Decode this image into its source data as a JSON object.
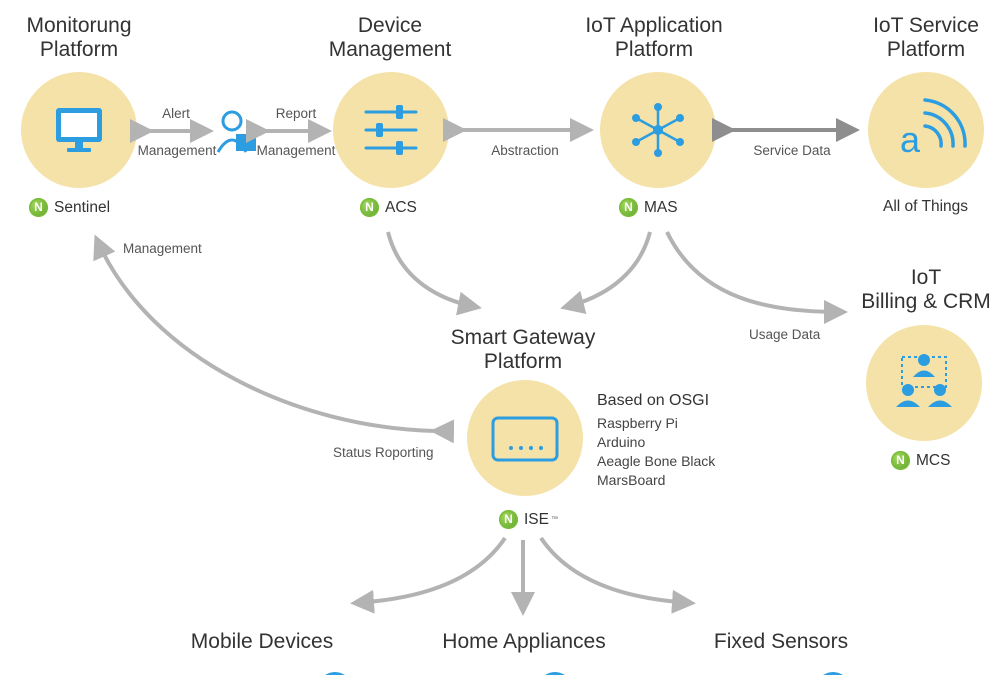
{
  "titles": {
    "monitoring": "Monitorung\nPlatform",
    "device_mgmt": "Device\nManagement",
    "iot_app": "IoT Application\nPlatform",
    "iot_service": "IoT Service\nPlatform",
    "smart_gateway": "Smart Gateway\nPlatform",
    "billing": "IoT\nBilling & CRM"
  },
  "connectors": {
    "alert": "Alert",
    "alert_management": "Management",
    "report": "Report",
    "report_management": "Management",
    "abstraction": "Abstraction",
    "service_data": "Service Data",
    "management": "Management",
    "usage_data": "Usage Data",
    "status_reporting": "Status Roporting"
  },
  "nodes": {
    "sentinel": "Sentinel",
    "acs": "ACS",
    "mas": "MAS",
    "all_of_things": "All of Things",
    "mcs": "MCS",
    "ise": "ISE",
    "ise_tm": "™",
    "badge_letter": "N"
  },
  "osgi": {
    "title": "Based on OSGI",
    "items": [
      "Raspberry Pi",
      "Arduino",
      "Aeagle Bone Black",
      "MarsBoard"
    ]
  },
  "devices": {
    "mobile": "Mobile Devices",
    "home": "Home Appliances",
    "fixed": "Fixed Sensors"
  },
  "colors": {
    "circle_fill": "#f4e2a8",
    "icon_blue": "#2b9de0",
    "arrow_gray": "#b3b3b3",
    "badge_green": "#6cb52e"
  },
  "icons": {
    "monitoring": "monitor-icon",
    "device_mgmt": "sliders-icon",
    "iot_app": "network-hub-icon",
    "iot_service": "wireless-a-icon",
    "gateway": "gateway-box-icon",
    "billing": "user-group-icon",
    "person": "user-laptop-icon"
  }
}
